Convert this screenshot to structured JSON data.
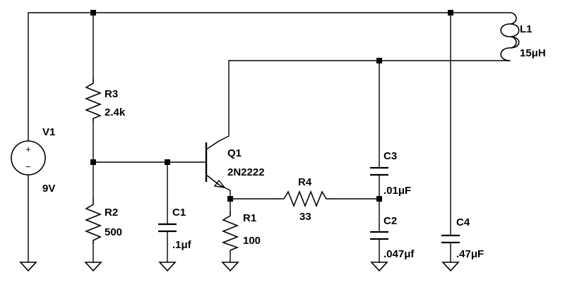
{
  "components": {
    "V1": {
      "name": "V1",
      "value": "9V",
      "plus": "+",
      "minus": "−"
    },
    "R3": {
      "name": "R3",
      "value": "2.4k"
    },
    "R2": {
      "name": "R2",
      "value": "500"
    },
    "C1": {
      "name": "C1",
      "value": ".1μf"
    },
    "Q1": {
      "name": "Q1",
      "value": "2N2222"
    },
    "R1": {
      "name": "R1",
      "value": "100"
    },
    "R4": {
      "name": "R4",
      "value": "33"
    },
    "C3": {
      "name": "C3",
      "value": ".01μF"
    },
    "C2": {
      "name": "C2",
      "value": ".047μf"
    },
    "C4": {
      "name": "C4",
      "value": ".47μF"
    },
    "L1": {
      "name": "L1",
      "value": "15μH"
    }
  }
}
